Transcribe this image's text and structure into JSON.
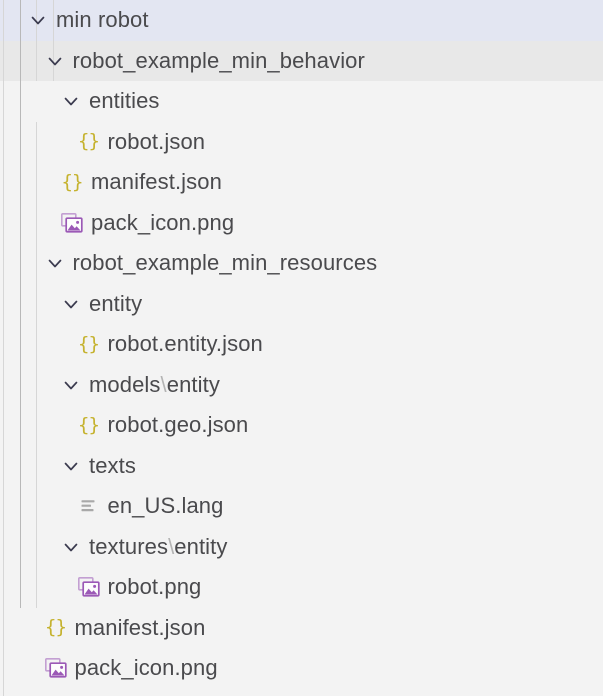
{
  "panel": {
    "name": "file-explorer-tree",
    "background": "#f3f3f3",
    "selected_row_color": "#e3e6f2",
    "hover_row_color": "#e8e8e8",
    "text_color": "#4a4a4d",
    "json_icon_color": "#c5b22e",
    "image_icon_color": "#9b59b6",
    "lang_icon_color": "#a8a8a8",
    "chevron_color": "#3b3b4f",
    "guide_color": "#d6d6d6"
  },
  "rows": [
    {
      "label": "min robot",
      "depth": 0,
      "type": "folder",
      "icon": "chevron-down-icon",
      "expanded": true,
      "state": "selected"
    },
    {
      "label": "robot_example_min_behavior",
      "depth": 1,
      "type": "folder",
      "icon": "chevron-down-icon",
      "expanded": true,
      "state": "hover"
    },
    {
      "label": "entities",
      "depth": 2,
      "type": "folder",
      "icon": "chevron-down-icon",
      "expanded": true,
      "state": "normal"
    },
    {
      "label": "robot.json",
      "depth": 3,
      "type": "file",
      "icon": "json-file-icon",
      "expanded": false,
      "state": "normal"
    },
    {
      "label": "manifest.json",
      "depth": 2,
      "type": "file",
      "icon": "json-file-icon",
      "expanded": false,
      "state": "normal"
    },
    {
      "label": "pack_icon.png",
      "depth": 2,
      "type": "file",
      "icon": "image-file-icon",
      "expanded": false,
      "state": "normal"
    },
    {
      "label": "robot_example_min_resources",
      "depth": 1,
      "type": "folder",
      "icon": "chevron-down-icon",
      "expanded": true,
      "state": "normal"
    },
    {
      "label": "entity",
      "depth": 2,
      "type": "folder",
      "icon": "chevron-down-icon",
      "expanded": true,
      "state": "normal"
    },
    {
      "label": "robot.entity.json",
      "depth": 3,
      "type": "file",
      "icon": "json-file-icon",
      "expanded": false,
      "state": "normal"
    },
    {
      "label": "models\\entity",
      "depth": 2,
      "type": "folder",
      "icon": "chevron-down-icon",
      "expanded": true,
      "state": "normal",
      "parts": [
        "models",
        "\\",
        "entity"
      ]
    },
    {
      "label": "robot.geo.json",
      "depth": 3,
      "type": "file",
      "icon": "json-file-icon",
      "expanded": false,
      "state": "normal"
    },
    {
      "label": "texts",
      "depth": 2,
      "type": "folder",
      "icon": "chevron-down-icon",
      "expanded": true,
      "state": "normal"
    },
    {
      "label": "en_US.lang",
      "depth": 3,
      "type": "file",
      "icon": "lang-file-icon",
      "expanded": false,
      "state": "normal"
    },
    {
      "label": "textures\\entity",
      "depth": 2,
      "type": "folder",
      "icon": "chevron-down-icon",
      "expanded": true,
      "state": "normal",
      "parts": [
        "textures",
        "\\",
        "entity"
      ]
    },
    {
      "label": "robot.png",
      "depth": 3,
      "type": "file",
      "icon": "image-file-icon",
      "expanded": false,
      "state": "normal"
    },
    {
      "label": "manifest.json",
      "depth": 1,
      "type": "file",
      "icon": "json-file-icon",
      "expanded": false,
      "state": "normal"
    },
    {
      "label": "pack_icon.png",
      "depth": 1,
      "type": "file",
      "icon": "image-file-icon",
      "expanded": false,
      "state": "normal"
    }
  ]
}
